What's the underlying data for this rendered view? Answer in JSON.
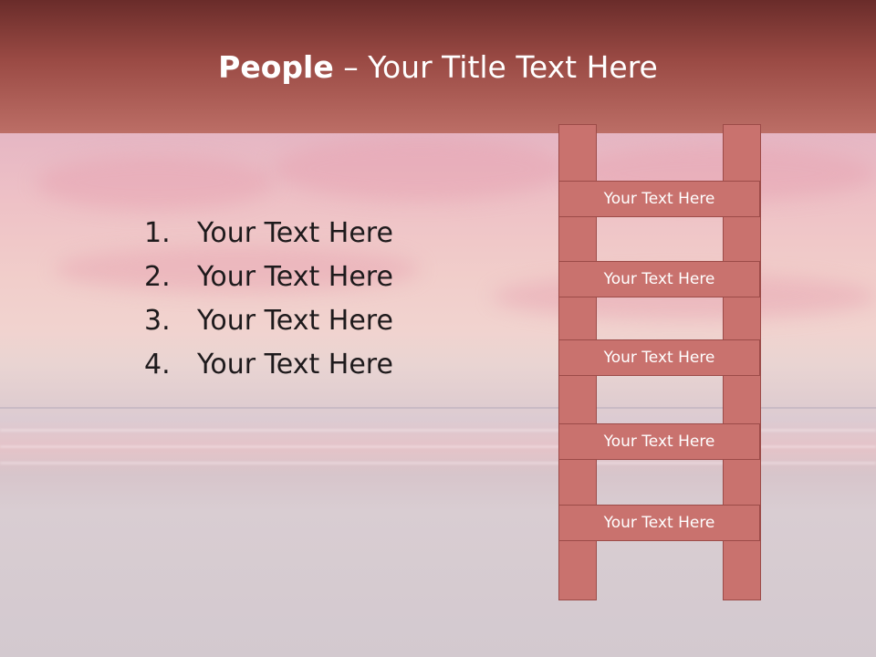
{
  "slide": {
    "title_bold": "People",
    "title_rest": " – Your Title Text Here",
    "list": [
      {
        "num": "1.",
        "text": "Your Text Here"
      },
      {
        "num": "2.",
        "text": "Your Text Here"
      },
      {
        "num": "3.",
        "text": "Your Text Here"
      },
      {
        "num": "4.",
        "text": "Your Text Here"
      }
    ],
    "ladder_rungs": [
      "Your Text Here",
      "Your Text Here",
      "Your Text Here",
      "Your Text Here",
      "Your Text Here"
    ]
  },
  "colors": {
    "header_dark": "#6a2c2a",
    "header_light": "#bc6e66",
    "ladder_fill": "#c9726e",
    "ladder_border": "#9c4b48"
  }
}
